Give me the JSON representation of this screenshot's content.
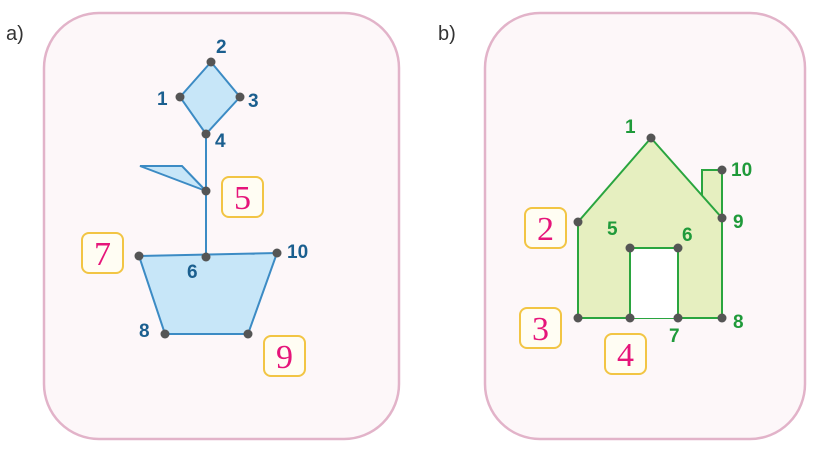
{
  "colors": {
    "frame": "#e2b3c9",
    "panel_bg": "#fdf7f9",
    "flower_stroke": "#3c8bc4",
    "flower_fill": "#c7e6f8",
    "flower_label": "#1b5f8f",
    "house_stroke": "#2aa53f",
    "house_fill": "#e6efc0",
    "house_label": "#1f9a3a",
    "point": "#555555",
    "box_border": "#f2c544",
    "box_bg": "#fffdf3",
    "box_text": "#e6157a"
  },
  "panels": [
    {
      "label": "a)",
      "points": [
        "1",
        "2",
        "3",
        "4",
        "6",
        "8",
        "10"
      ],
      "boxes": [
        "5",
        "7",
        "9"
      ]
    },
    {
      "label": "b)",
      "points": [
        "1",
        "5",
        "6",
        "7",
        "8",
        "9",
        "10"
      ],
      "boxes": [
        "2",
        "3",
        "4"
      ]
    }
  ]
}
